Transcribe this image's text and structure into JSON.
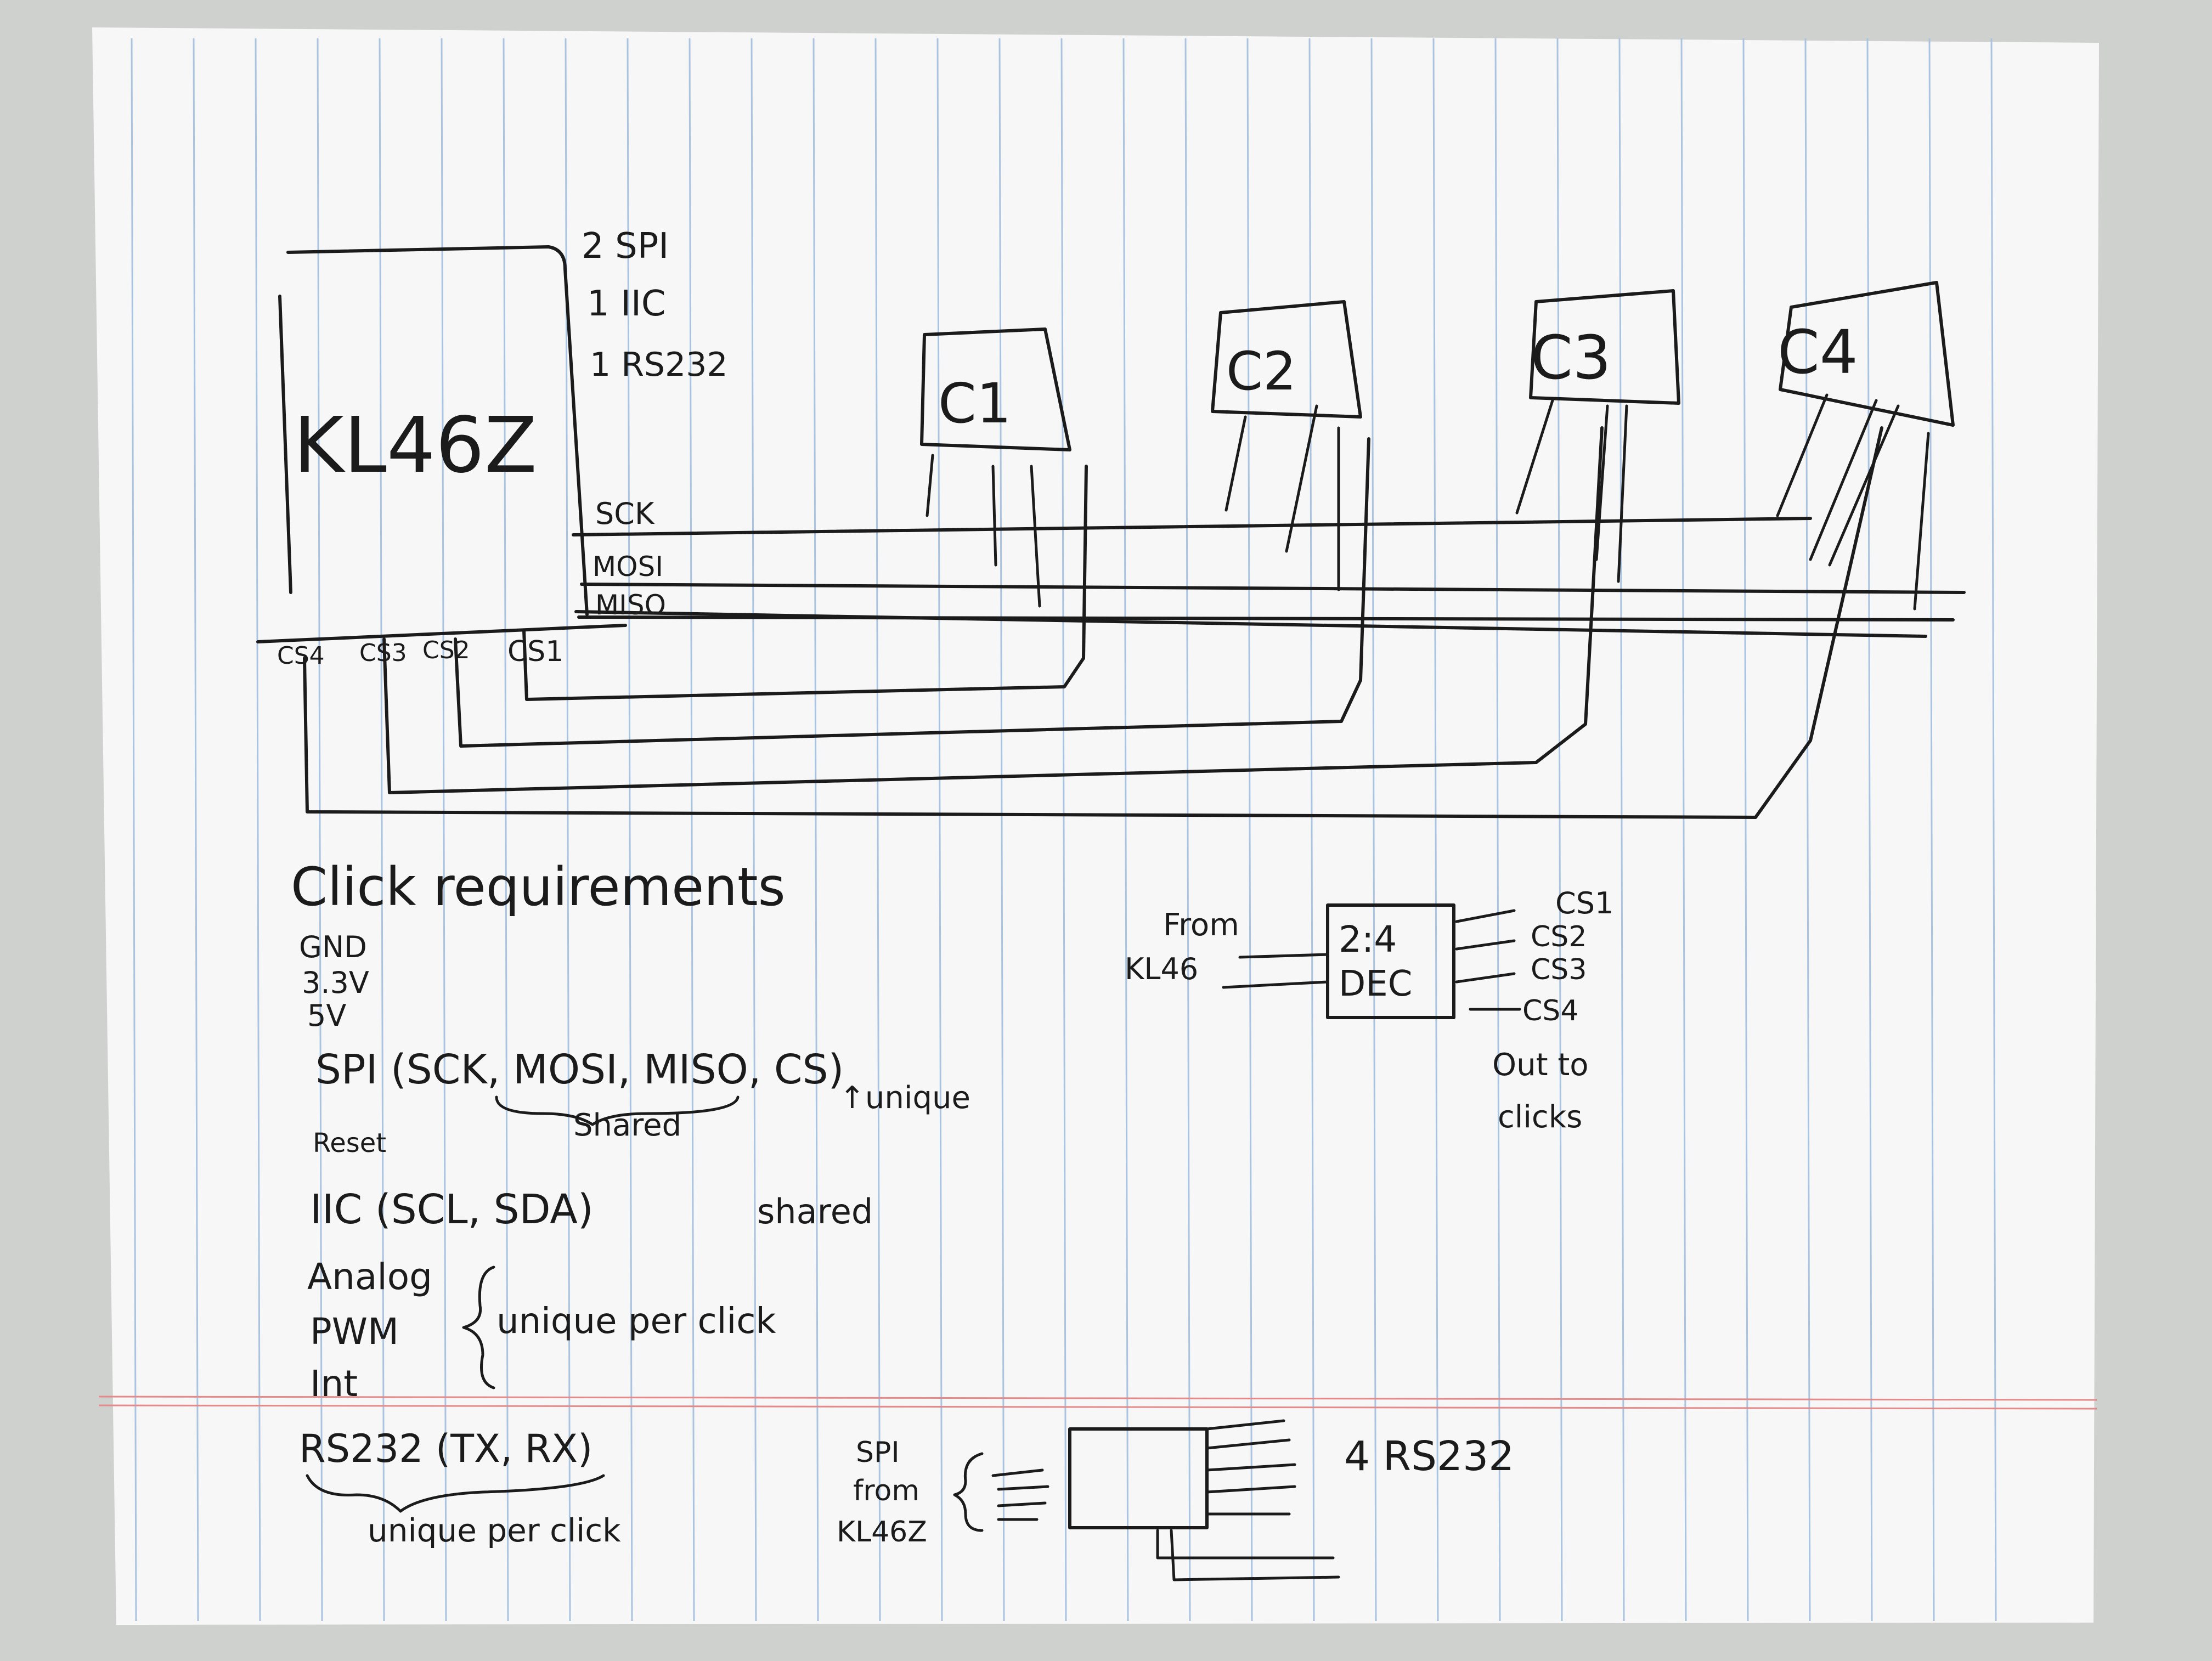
{
  "colors": {
    "desk": "#cfd1cf",
    "paper": "#f6f7f6",
    "rule_line": "#a9c3e0",
    "margin_line": "#e48a8a",
    "ink": "#1b1b1b"
  },
  "board": {
    "name": "KL46Z",
    "features": [
      "2 SPI",
      "1 IIC",
      "1 RS232"
    ]
  },
  "signals": {
    "sck": "SCK",
    "mosi": "MOSI",
    "miso": "MISO",
    "chip_selects": [
      "CS4",
      "CS3",
      "CS2",
      "CS1"
    ]
  },
  "clicks": [
    "C1",
    "C2",
    "C3",
    "C4"
  ],
  "requirements": {
    "title": "Click requirements",
    "power": [
      "GND",
      "3.3V",
      "5V"
    ],
    "spi": "SPI (SCK, MOSI, MISO, CS)",
    "spi_shared": "Shared",
    "spi_unique": "↑unique",
    "reset": "Reset",
    "iic": "IIC (SCL, SDA)",
    "iic_note": "shared",
    "per_click_signals": [
      "Analog",
      "PWM",
      "Int"
    ],
    "per_click_note": "unique per click",
    "rs232": "RS232 (TX, RX)",
    "rs232_note": "unique per click"
  },
  "decoder": {
    "from_label": "From",
    "from_source": "KL46",
    "line1": "2:4",
    "line2": "DEC",
    "outputs": [
      "CS1",
      "CS2",
      "CS3",
      "CS4"
    ],
    "out_note_1": "Out to",
    "out_note_2": "clicks"
  },
  "rs232_expander": {
    "input_label": [
      "SPI",
      "from",
      "KL46Z"
    ],
    "output_label": "4 RS232"
  }
}
